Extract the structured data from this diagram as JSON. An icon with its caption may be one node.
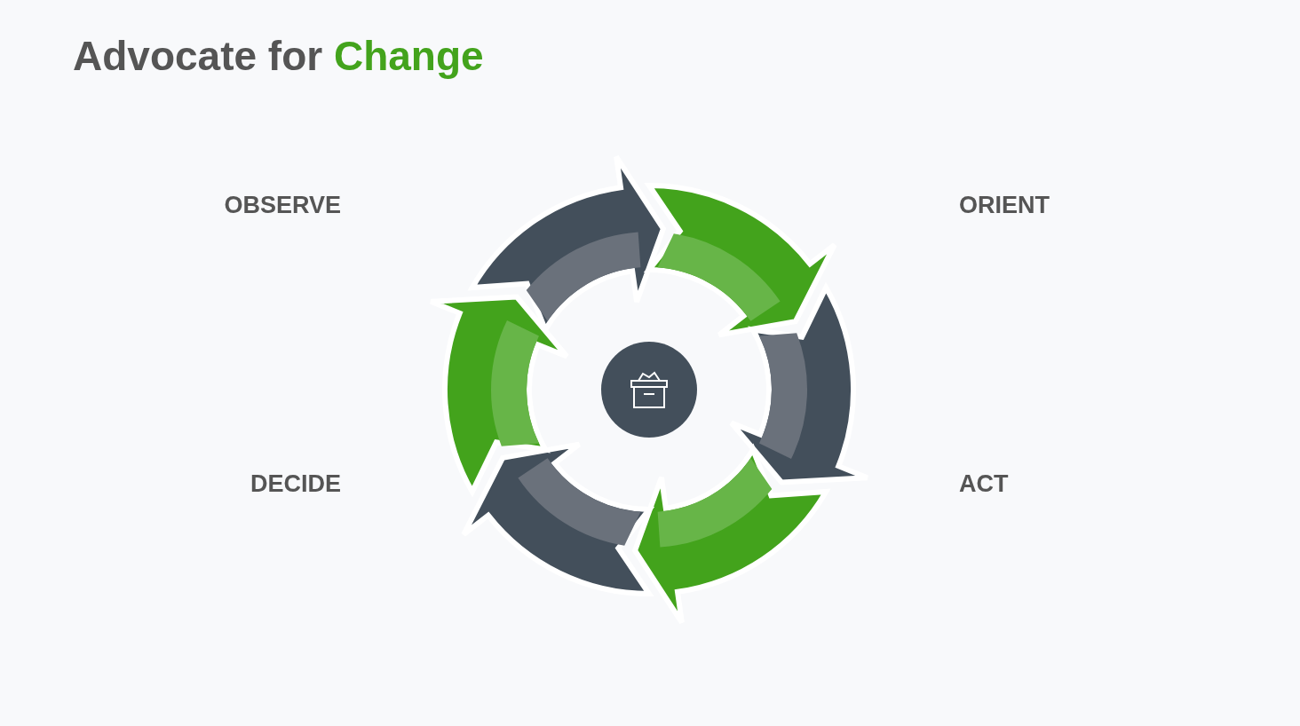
{
  "diagram": {
    "title": "Advocate for Change",
    "labels": [
      "OBSERVE",
      "ORIENT",
      "DECIDE",
      "ACT"
    ]
  }
}
